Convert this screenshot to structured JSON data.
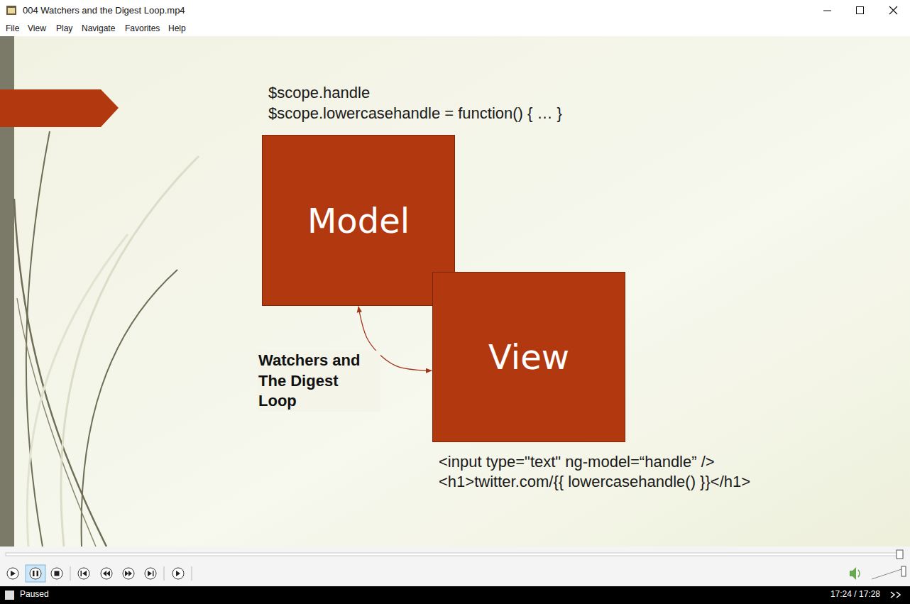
{
  "diagram": {
    "nodes": [
      {
        "text": [
          "Model"
        ]
      },
      {
        "text": [
          "View"
        ]
      }
    ],
    "edges": [
      {
        "from": 0,
        "to": 1,
        "arrow": "both",
        "label": "Watchers and The Digest Loop"
      }
    ],
    "labels": [
      "004 Watchers and the Digest Loop.mp4",
      "File",
      "View",
      "Play",
      "Navigate",
      "Favorites",
      "Help",
      "$scope.handle",
      "$scope.lowercasehandle = function() { … }",
      "<input type=\"text\" ng-model=“handle” />",
      "<h1>twitter.com/{{ lowercasehandle() }}</h1>",
      "Paused",
      "17:24 / 17:28"
    ]
  }
}
